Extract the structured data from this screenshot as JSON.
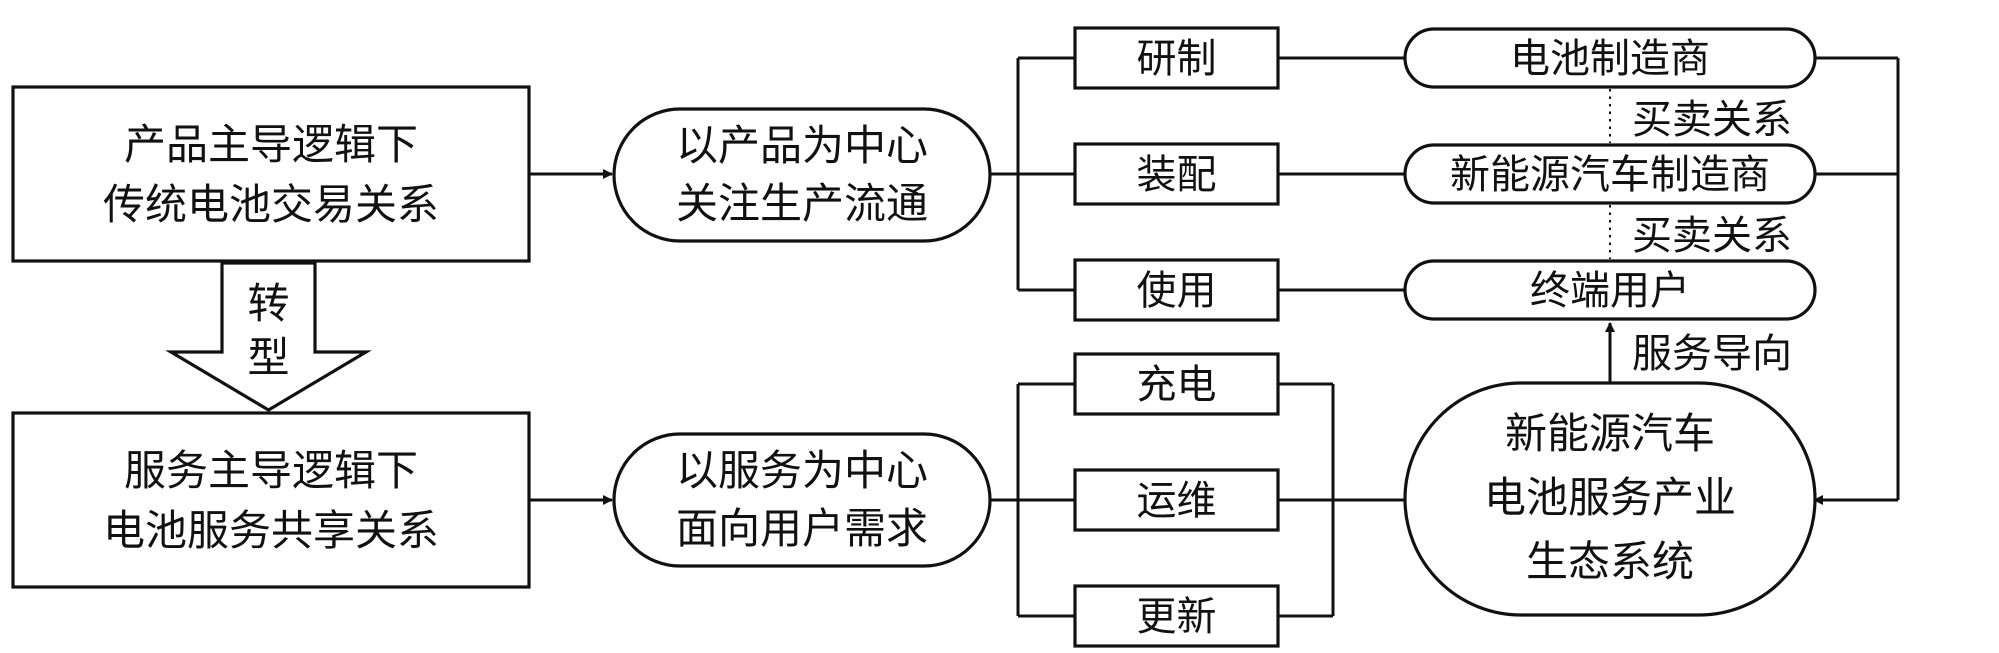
{
  "left": {
    "traditional_box": {
      "line1": "产品主导逻辑下",
      "line2": "传统电池交易关系"
    },
    "service_box": {
      "line1": "服务主导逻辑下",
      "line2": "电池服务共享关系"
    },
    "transform_arrow": {
      "char1": "转",
      "char2": "型"
    }
  },
  "middle": {
    "product_center": {
      "line1": "以产品为中心",
      "line2": "关注生产流通"
    },
    "service_center": {
      "line1": "以服务为中心",
      "line2": "面向用户需求"
    }
  },
  "stages_top": [
    "研制",
    "装配",
    "使用"
  ],
  "stages_bottom": [
    "充电",
    "运维",
    "更新"
  ],
  "actors": [
    "电池制造商",
    "新能源汽车制造商",
    "终端用户"
  ],
  "relations": {
    "buy_sell_1": "买卖关系",
    "buy_sell_2": "买卖关系",
    "service_oriented": "服务导向"
  },
  "ecosystem": {
    "line1": "新能源汽车",
    "line2": "电池服务产业",
    "line3": "生态系统"
  }
}
